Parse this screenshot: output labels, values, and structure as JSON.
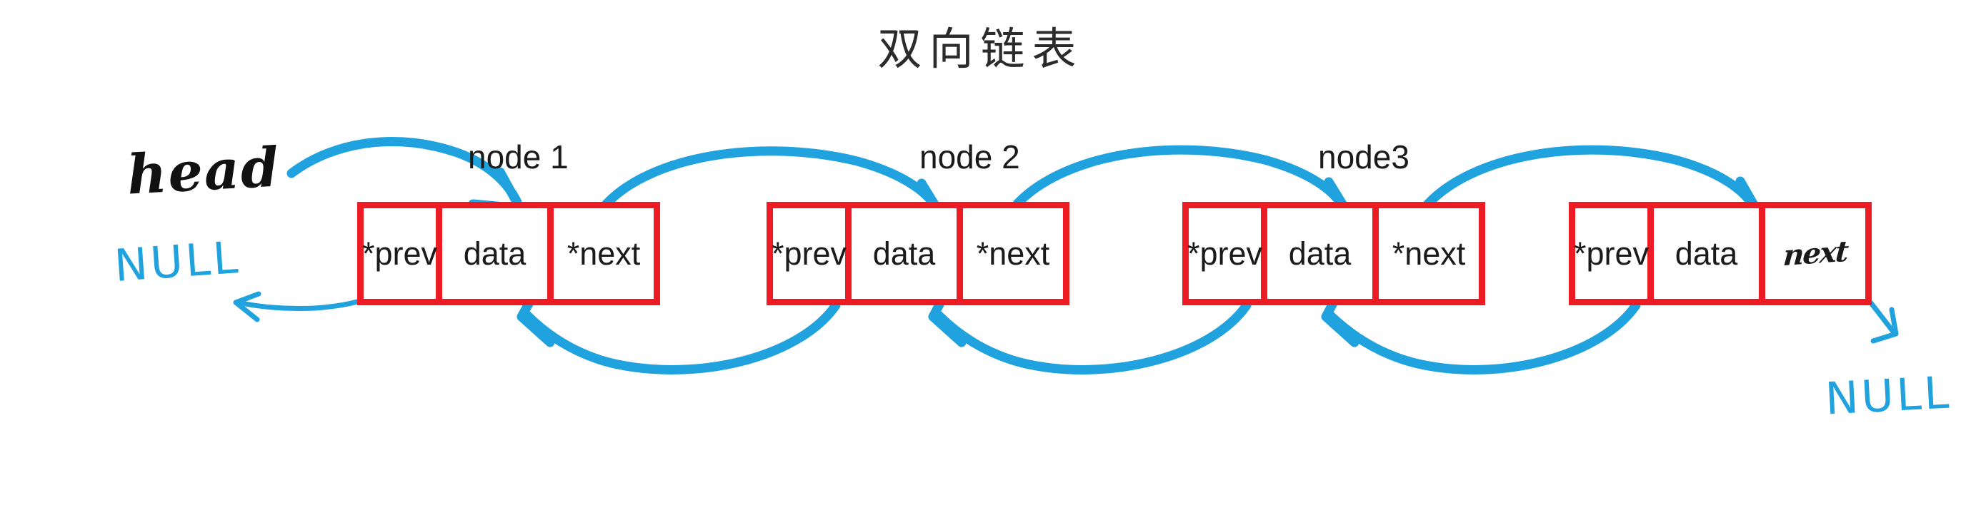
{
  "title": "双向链表",
  "colors": {
    "node_border": "#ed1c24",
    "arrow": "#1fa2dd",
    "text": "#1a1a1a",
    "background": "#ffffff"
  },
  "annotations": {
    "head_label": "head",
    "null_left": "NULL",
    "null_right": "NULL"
  },
  "nodes": [
    {
      "label": "node 1",
      "cells": {
        "prev": "*prev",
        "data": "data",
        "next": "*next"
      },
      "next_handwritten": false
    },
    {
      "label": "node 2",
      "cells": {
        "prev": "*prev",
        "data": "data",
        "next": "*next"
      },
      "next_handwritten": false
    },
    {
      "label": "node3",
      "cells": {
        "prev": "*prev",
        "data": "data",
        "next": "*next"
      },
      "next_handwritten": false
    },
    {
      "label": "",
      "cells": {
        "prev": "*prev",
        "data": "data",
        "next": "next"
      },
      "next_handwritten": true
    }
  ]
}
